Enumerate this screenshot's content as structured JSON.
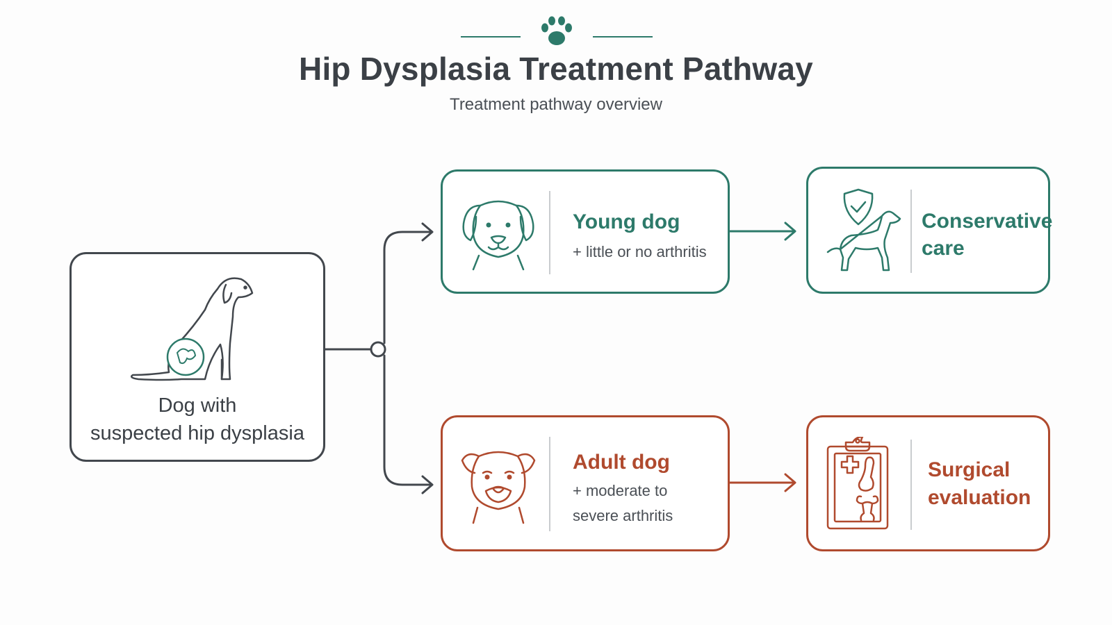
{
  "header": {
    "title": "Hip Dysplasia Treatment Pathway",
    "subtitle": "Treatment pathway overview",
    "logo_icon": "paw-icon"
  },
  "colors": {
    "teal": "#2d7a6a",
    "rust": "#b04a2e",
    "neutral": "#42474d"
  },
  "nodes": {
    "start": {
      "label_line1": "Dog with",
      "label_line2": "suspected hip dysplasia",
      "icon": "sitting-dog-icon"
    },
    "young": {
      "title": "Young dog",
      "sub_line1": "+ little or no arthritis",
      "icon": "puppy-face-icon"
    },
    "conservative": {
      "title_line1": "Conservative",
      "title_line2": "care",
      "icon": "shield-dog-icon"
    },
    "adult": {
      "title": "Adult dog",
      "sub_line1": "+ moderate to",
      "sub_line2": "severe arthritis",
      "icon": "adult-dog-face-icon"
    },
    "surgical": {
      "title_line1": "Surgical",
      "title_line2": "evaluation",
      "icon": "clipboard-joint-icon"
    }
  }
}
